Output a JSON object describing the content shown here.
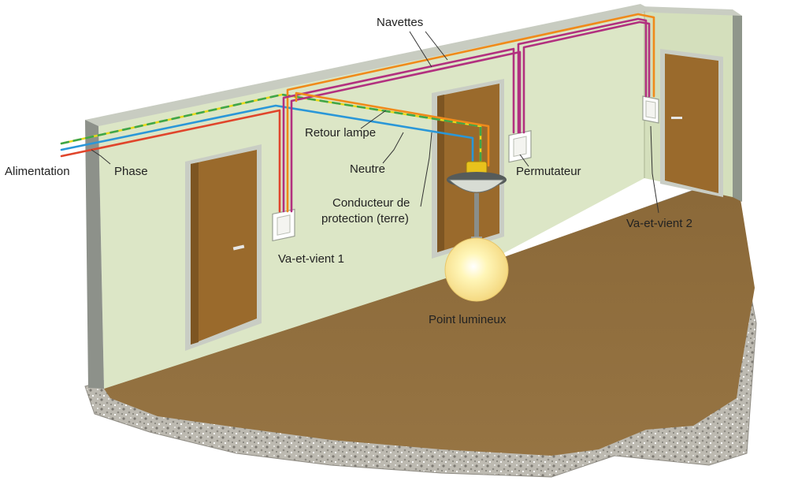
{
  "labels": {
    "navettes": "Navettes",
    "retour_lampe": "Retour lampe",
    "alimentation": "Alimentation",
    "phase": "Phase",
    "neutre": "Neutre",
    "conducteur_line1": "Conducteur de",
    "conducteur_line2": "protection (terre)",
    "permutateur": "Permutateur",
    "va_et_vient_1": "Va-et-vient 1",
    "va_et_vient_2": "Va-et-vient 2",
    "point_lumineux": "Point lumineux"
  },
  "colors": {
    "phase": "#e0452b",
    "neutre": "#2a97d8",
    "terre_yellow": "#e8d81c",
    "terre_green": "#3fa64a",
    "navette_orange": "#f08a1a",
    "navette_magenta": "#b2307f",
    "wall": "#dbe5c4",
    "floor": "#8c6b3d",
    "door": "#9a6a2c",
    "gravel": "#b9b6ad"
  }
}
